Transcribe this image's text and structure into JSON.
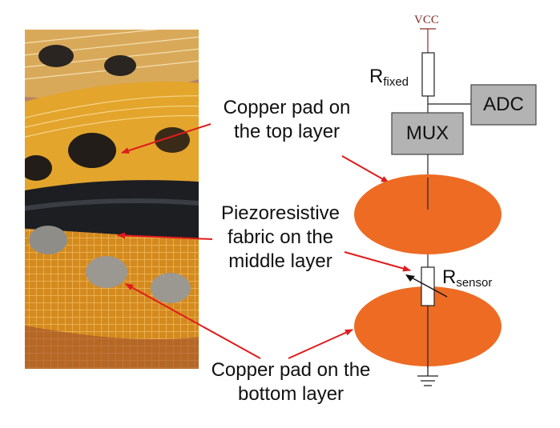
{
  "photo": {
    "description_icon": "fabric-sensor-photo"
  },
  "labels": {
    "top_pad": [
      "Copper pad on",
      "the top layer"
    ],
    "fabric": [
      "Piezoresistive",
      "fabric on the",
      "middle layer"
    ],
    "bottom_pad": [
      "Copper pad on the",
      "bottom layer"
    ]
  },
  "circuit": {
    "vcc": "VCC",
    "r_fixed_main": "R",
    "r_fixed_sub": "fixed",
    "r_sensor_main": "R",
    "r_sensor_sub": "sensor",
    "mux": "MUX",
    "adc": "ADC"
  },
  "colors": {
    "pad_orange": "#ee6b23",
    "arrow_red": "#e01c1c",
    "box_gray": "#b3b3b3",
    "vcc_wire": "#8b2a22"
  }
}
